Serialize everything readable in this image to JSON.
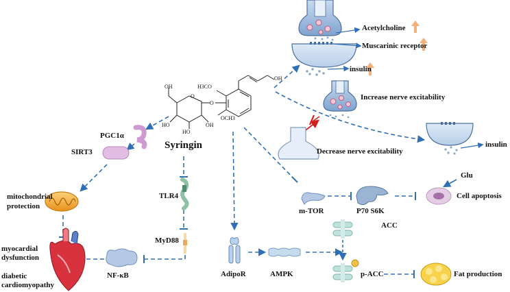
{
  "molecule": {
    "name": "Syringin",
    "substituents": {
      "methoxy_top": "H3CO",
      "methoxy_bottom": "OCH3",
      "terminal_hydroxyl": "OH",
      "sugar_ch2oh": "OH",
      "sugar_oh_left": "HO",
      "sugar_oh_mid": "HO",
      "sugar_oh_right": "OH",
      "ring_oxygen": "O",
      "glycoside_oxygen": "O"
    }
  },
  "top_pathway": {
    "acetylcholine": "Acetylcholine",
    "muscarinic_receptor": "Muscarinic receptor",
    "insulin_1": "insulin",
    "increase_excitability": "Increase nerve excitability",
    "decrease_excitability": "Decrease nerve excitability",
    "insulin_2": "insulin"
  },
  "left_pathway": {
    "pgc1a": "PGC1α",
    "sirt3": "SIRT3",
    "mito_line1": "mitochondrial",
    "mito_line2": "protection",
    "myo_line1": "myocardial",
    "myo_line2": "dysfunction",
    "dc_line1": "diabetic",
    "dc_line2": "cardiomyopathy",
    "nfkb": "NF-κB",
    "tlr4": "TLR4",
    "myd88": "MyD88"
  },
  "right_pathway": {
    "mtor": "m-TOR",
    "p70s6k": "P70 S6K",
    "glu": "Glu",
    "cell_apoptosis": "Cell apoptosis",
    "acc": "ACC",
    "adipor": "AdipoR",
    "ampk": "AMPK",
    "p_acc": "p-ACC",
    "fat_production": "Fat production"
  },
  "colors": {
    "arrow_blue": "#2f6fb5",
    "inhibit_red": "#d62020",
    "neuron_blue": "#8fb0d6",
    "up_arrow_orange": "#f3b07a",
    "pgc_purple": "#d6aad8",
    "mito_orange": "#f3a93a",
    "fat_yellow": "#f7d24a"
  }
}
